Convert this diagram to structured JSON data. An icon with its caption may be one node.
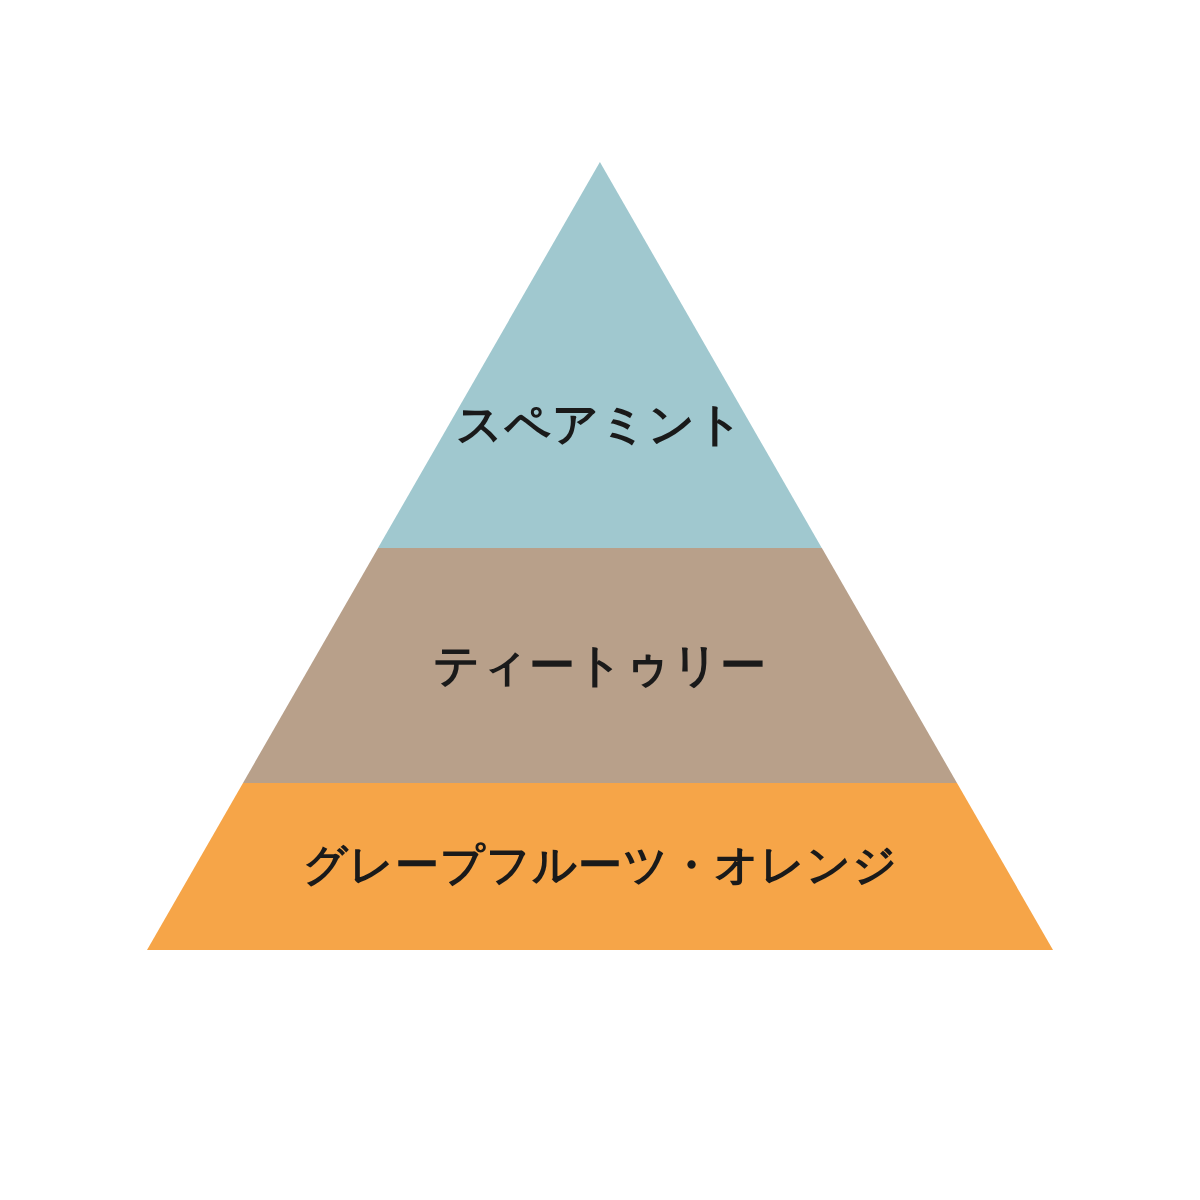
{
  "diagram": {
    "nodes": [
      {
        "text": [
          "スペアミント"
        ]
      },
      {
        "text": [
          "ティートゥリー"
        ]
      },
      {
        "text": [
          "グレープフルーツ・オレンジ"
        ]
      }
    ]
  }
}
